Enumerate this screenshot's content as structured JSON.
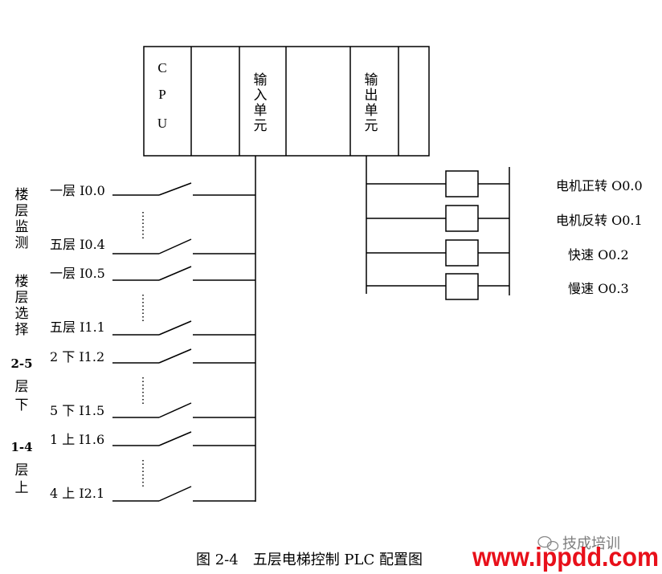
{
  "plc_modules": {
    "cpu_label": [
      "C",
      "P",
      "U"
    ],
    "input_unit_label": [
      "输",
      "入",
      "单",
      "元"
    ],
    "output_unit_label": [
      "输",
      "出",
      "单",
      "元"
    ]
  },
  "groups": {
    "floor_monitor": [
      "楼",
      "层",
      "监",
      "测"
    ],
    "floor_select": [
      "楼",
      "层",
      "选",
      "择"
    ],
    "down_2_5": [
      "2-5",
      "层",
      "下"
    ],
    "up_1_4": [
      "1-4",
      "层",
      "上"
    ]
  },
  "inputs": {
    "i0_0": "一层 I0.0",
    "i0_4": "五层 I0.4",
    "i0_5": "一层 I0.5",
    "i1_1": "五层 I1.1",
    "i1_2": "2 下 I1.2",
    "i1_5": "5 下 I1.5",
    "i1_6": "1 上 I1.6",
    "i2_1": "4 上 I2.1"
  },
  "outputs": {
    "q0_0": "电机正转 O0.0",
    "q0_1": "电机反转 O0.1",
    "q0_2": "快速 O0.2",
    "q0_3": "慢速 O0.3"
  },
  "caption": "图 2-4　五层电梯控制 PLC 配置图",
  "watermark": {
    "brand": "技成培训",
    "url": "www.ippdd.com"
  }
}
